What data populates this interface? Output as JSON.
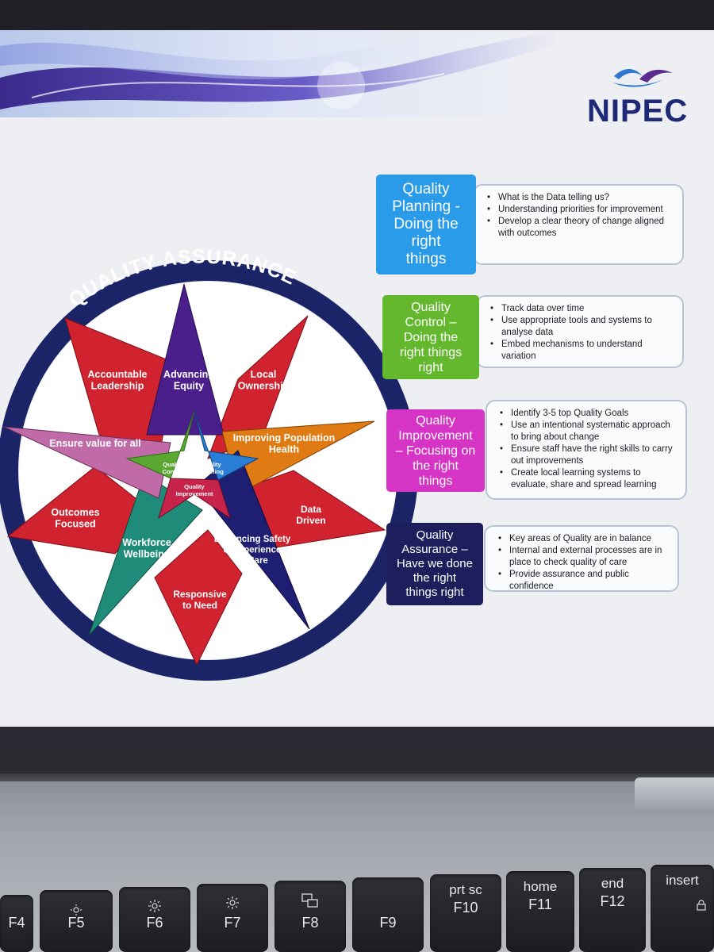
{
  "logo": {
    "text": "NIPEC"
  },
  "diagram": {
    "title": "QUALITY ASSURANCE",
    "outer_points": [
      {
        "id": "accountable",
        "label_lines": [
          "Accountable",
          "Leadership"
        ]
      },
      {
        "id": "advancing",
        "label_lines": [
          "Advancing",
          "Equity"
        ]
      },
      {
        "id": "local",
        "label_lines": [
          "Local",
          "Ownership"
        ]
      },
      {
        "id": "improving",
        "label_lines": [
          "Improving Population",
          "Health"
        ]
      },
      {
        "id": "data",
        "label_lines": [
          "Data",
          "Driven"
        ]
      },
      {
        "id": "enhancing",
        "label_lines": [
          "Enhancing Safety",
          "& Experience",
          "of Care"
        ]
      },
      {
        "id": "responsive",
        "label_lines": [
          "Responsive",
          "to Need"
        ]
      },
      {
        "id": "workforce",
        "label_lines": [
          "Workforce",
          "Wellbeing"
        ]
      },
      {
        "id": "outcomes",
        "label_lines": [
          "Outcomes",
          "Focused"
        ]
      },
      {
        "id": "ensure",
        "label_lines": [
          "Ensure value for all"
        ]
      }
    ],
    "inner": {
      "control": [
        "Quality",
        "Control"
      ],
      "planning": [
        "Quality",
        "Planning"
      ],
      "improvement": [
        "Quality",
        "Improvement"
      ]
    },
    "colors": {
      "ring": "#1c2468",
      "red": "#d0232f",
      "purple": "#4a1f8c",
      "orange": "#e07a12",
      "navy": "#1e1f72",
      "teal": "#1f8c7a",
      "pink": "#c06aa8",
      "green": "#5aa832",
      "blue": "#2a7ed8"
    }
  },
  "stages": [
    {
      "title_lines": [
        "Quality",
        "Planning -",
        "Doing the",
        "right",
        "things"
      ],
      "color": "#2a9be8",
      "bullets": [
        "What is the Data telling us?",
        "Understanding priorities for improvement",
        "Develop a clear theory of change aligned with outcomes"
      ]
    },
    {
      "title_lines": [
        "Quality",
        "Control –",
        "Doing the",
        "right things",
        "right"
      ],
      "color": "#64b82e",
      "bullets": [
        "Track data over time",
        "Use appropriate tools and systems to analyse data",
        "Embed mechanisms to understand variation"
      ]
    },
    {
      "title_lines": [
        "Quality",
        "Improvement",
        "– Focusing on",
        "the right",
        "things"
      ],
      "color": "#d634c4",
      "bullets": [
        "Identify 3-5 top Quality Goals",
        "Use an intentional systematic approach to bring about change",
        "Ensure staff have the right skills to carry out improvements",
        "Create local learning systems to evaluate, share and spread learning"
      ]
    },
    {
      "title_lines": [
        "Quality",
        "Assurance –",
        "Have we done",
        "the right",
        "things right"
      ],
      "color": "#1c1f5c",
      "bullets": [
        "Key areas of Quality are in balance",
        "Internal and external processes are in place to check quality of care",
        "Provide assurance and public confidence"
      ]
    }
  ],
  "keyboard": {
    "keys": [
      {
        "label": "F4"
      },
      {
        "label": "F5",
        "icon": "brightness-down-icon"
      },
      {
        "label": "F6",
        "icon": "brightness-up-icon"
      },
      {
        "label": "F7",
        "icon": "brightness-up-icon"
      },
      {
        "label": "F8",
        "icon": "display-icon"
      },
      {
        "label": "F9"
      },
      {
        "label": "F10",
        "top": "prt sc"
      },
      {
        "label": "F11",
        "top": "home"
      },
      {
        "label": "F12",
        "top": "end"
      },
      {
        "label": "",
        "top": "insert",
        "icon": "lock-icon"
      }
    ]
  }
}
